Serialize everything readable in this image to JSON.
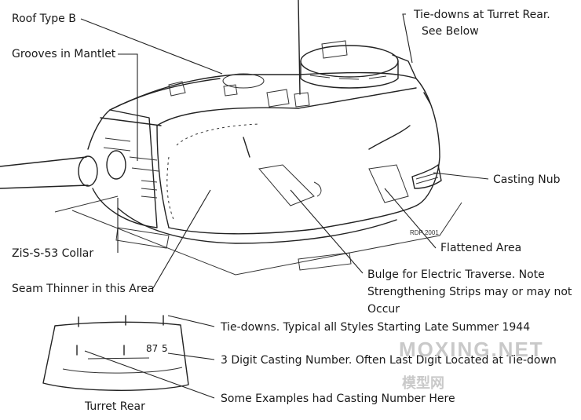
{
  "labels": {
    "roof_type": "Roof Type B",
    "grooves": "Grooves in Mantlet",
    "tiedowns_rear_1": "Tie-downs at Turret Rear.",
    "tiedowns_rear_2": "See Below",
    "casting_nub": "Casting Nub",
    "collar": "ZiS-S-53 Collar",
    "flattened": "Flattened Area",
    "seam": "Seam Thinner in this Area",
    "bulge_1": "Bulge for Electric Traverse. Note",
    "bulge_2": "Strengthening Strips may or may not",
    "bulge_3": "Occur",
    "tiedowns_typical": "Tie-downs. Typical all Styles Starting Late Summer 1944",
    "casting_number": "3 Digit Casting Number. Often Last Digit Located at Tie-down",
    "examples": "Some Examples had Casting Number Here",
    "turret_rear": "Turret Rear"
  },
  "drawing": {
    "casting_digits": "87",
    "casting_last_digit": "5",
    "signature": "RDP 2001"
  },
  "watermark": {
    "main": "MOXING.NET",
    "sub": "模型网"
  }
}
